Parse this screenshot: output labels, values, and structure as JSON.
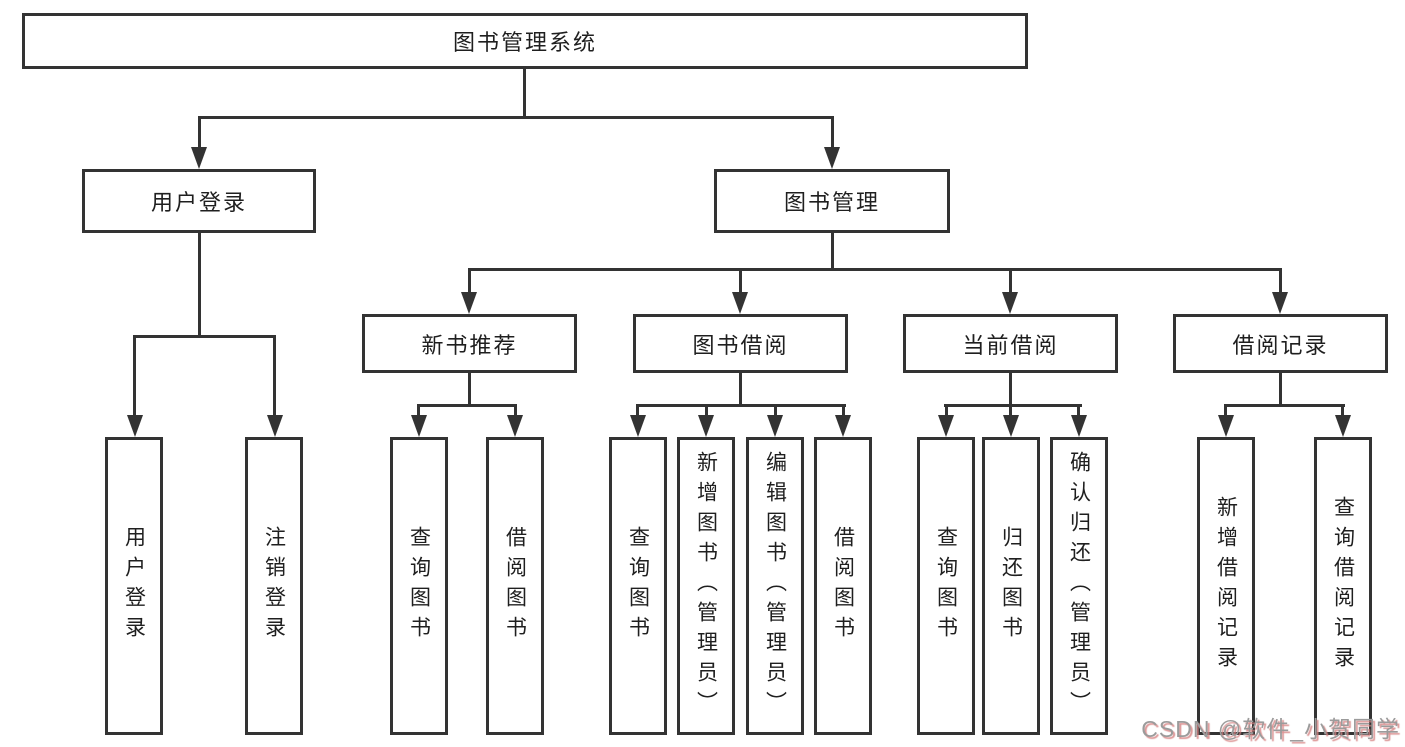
{
  "colors": {
    "line": "#333333",
    "box_border": "#333333",
    "text": "#1f1f1f",
    "background": "#ffffff",
    "watermark_gray": "#9b9b9b",
    "watermark_red": "#d68282"
  },
  "root": {
    "label": "图书管理系统"
  },
  "user_login": {
    "label": "用户登录",
    "children": [
      {
        "label": "用户登录"
      },
      {
        "label": "注销登录"
      }
    ]
  },
  "book_mgmt": {
    "label": "图书管理",
    "groups": [
      {
        "label": "新书推荐",
        "children": [
          {
            "label": "查询图书"
          },
          {
            "label": "借阅图书"
          }
        ]
      },
      {
        "label": "图书借阅",
        "children": [
          {
            "label": "查询图书"
          },
          {
            "label": "新增图书（管理员）"
          },
          {
            "label": "编辑图书（管理员）"
          },
          {
            "label": "借阅图书"
          }
        ]
      },
      {
        "label": "当前借阅",
        "children": [
          {
            "label": "查询图书"
          },
          {
            "label": "归还图书"
          },
          {
            "label": "确认归还（管理员）"
          }
        ]
      },
      {
        "label": "借阅记录",
        "children": [
          {
            "label": "新增借阅记录"
          },
          {
            "label": "查询借阅记录"
          }
        ]
      }
    ]
  },
  "watermark": {
    "text": "CSDN @软件_小贺同学"
  }
}
